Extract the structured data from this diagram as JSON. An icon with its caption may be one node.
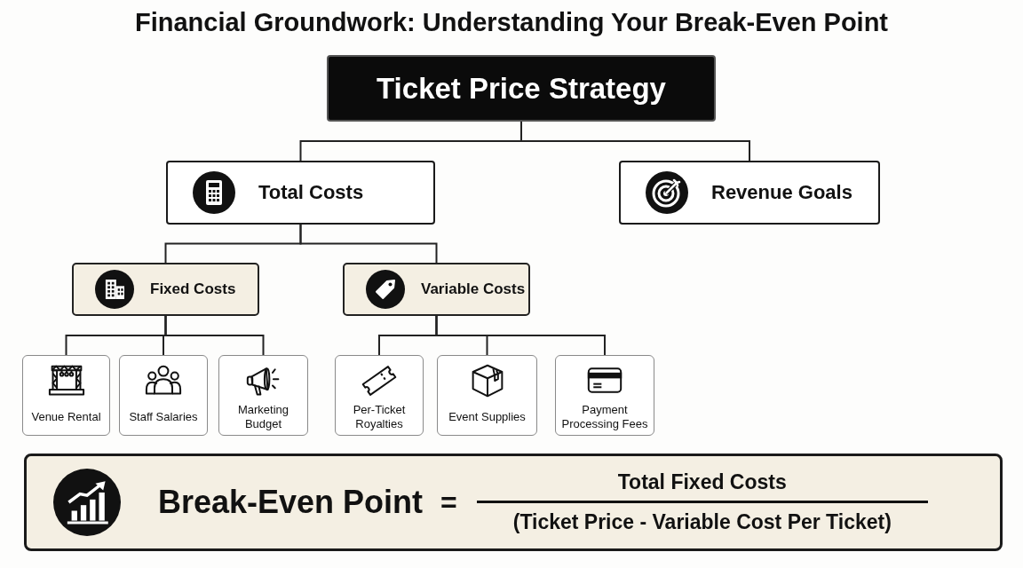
{
  "diagram": {
    "title": "Financial Groundwork: Understanding Your Break-Even Point",
    "nodes": [
      {
        "text": [
          "Ticket Price Strategy"
        ]
      },
      {
        "text": [
          "Total Costs"
        ]
      },
      {
        "text": [
          "Revenue Goals"
        ]
      },
      {
        "text": [
          "Fixed Costs"
        ]
      },
      {
        "text": [
          "Variable Costs"
        ]
      },
      {
        "text": [
          "Venue Rental"
        ]
      },
      {
        "text": [
          "Staff Salaries"
        ]
      },
      {
        "text": [
          "Marketing Budget"
        ]
      },
      {
        "text": [
          "Per-Ticket Royalties"
        ]
      },
      {
        "text": [
          "Event Supplies"
        ]
      },
      {
        "text": [
          "Payment Processing Fees"
        ]
      },
      {
        "text": [
          "Break-Even Point",
          "=",
          "Total Fixed Costs",
          "(Ticket Price - Variable Cost Per Ticket)"
        ]
      }
    ],
    "edges": [
      {
        "from": 0,
        "to": 1,
        "arrow": "none"
      },
      {
        "from": 0,
        "to": 2,
        "arrow": "none"
      },
      {
        "from": 1,
        "to": 3,
        "arrow": "none"
      },
      {
        "from": 1,
        "to": 4,
        "arrow": "none"
      },
      {
        "from": 3,
        "to": 5,
        "arrow": "none"
      },
      {
        "from": 3,
        "to": 6,
        "arrow": "none"
      },
      {
        "from": 3,
        "to": 7,
        "arrow": "none"
      },
      {
        "from": 4,
        "to": 8,
        "arrow": "none"
      },
      {
        "from": 4,
        "to": 9,
        "arrow": "none"
      },
      {
        "from": 4,
        "to": 10,
        "arrow": "none"
      }
    ]
  }
}
